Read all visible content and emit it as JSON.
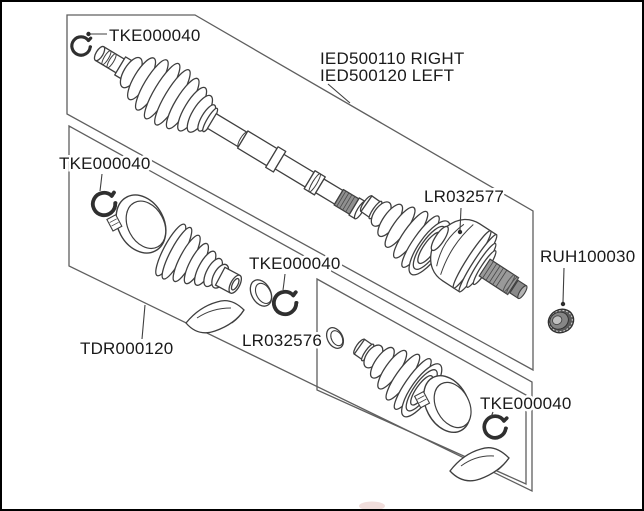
{
  "diagram": {
    "type": "parts-exploded-diagram",
    "subject": "front drive halfshaft and CV boot kits",
    "callouts": {
      "tke000040_a": "TKE000040",
      "assembly_right": "IED500110 RIGHT",
      "assembly_left": "IED500120 LEFT",
      "tke000040_b": "TKE000040",
      "lr032577": "LR032577",
      "ruh100030": "RUH100030",
      "tke000040_c": "TKE000040",
      "tdr000120": "TDR000120",
      "lr032576": "LR032576",
      "tke000040_d": "TKE000040"
    },
    "colors": {
      "background": "#ffffff",
      "frame": "#000000",
      "box_line": "#5f5f5f",
      "part_line": "#3f3f3f",
      "text": "#1a1a1a"
    }
  }
}
